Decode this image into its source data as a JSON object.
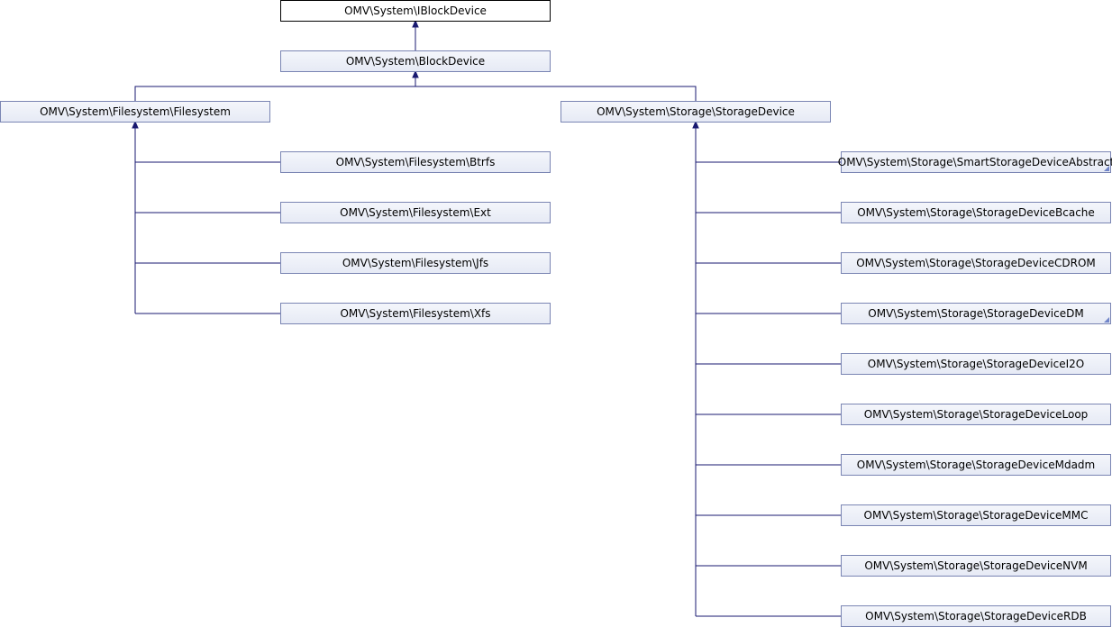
{
  "nodes": {
    "iblockdevice": "OMV\\System\\IBlockDevice",
    "blockdevice": "OMV\\System\\BlockDevice",
    "filesystem": "OMV\\System\\Filesystem\\Filesystem",
    "storagedevice": "OMV\\System\\Storage\\StorageDevice",
    "btrfs": "OMV\\System\\Filesystem\\Btrfs",
    "ext": "OMV\\System\\Filesystem\\Ext",
    "jfs": "OMV\\System\\Filesystem\\Jfs",
    "xfs": "OMV\\System\\Filesystem\\Xfs",
    "smartabstract": "OMV\\System\\Storage\\SmartStorageDeviceAbstract",
    "bcache": "OMV\\System\\Storage\\StorageDeviceBcache",
    "cdrom": "OMV\\System\\Storage\\StorageDeviceCDROM",
    "dm": "OMV\\System\\Storage\\StorageDeviceDM",
    "i2o": "OMV\\System\\Storage\\StorageDeviceI2O",
    "loop": "OMV\\System\\Storage\\StorageDeviceLoop",
    "mdadm": "OMV\\System\\Storage\\StorageDeviceMdadm",
    "mmc": "OMV\\System\\Storage\\StorageDeviceMMC",
    "nvm": "OMV\\System\\Storage\\StorageDeviceNVM",
    "rdb": "OMV\\System\\Storage\\StorageDeviceRDB"
  },
  "edges": [
    {
      "from": "blockdevice",
      "to": "iblockdevice"
    },
    {
      "from": "filesystem",
      "to": "blockdevice"
    },
    {
      "from": "storagedevice",
      "to": "blockdevice"
    },
    {
      "from": "btrfs",
      "to": "filesystem"
    },
    {
      "from": "ext",
      "to": "filesystem"
    },
    {
      "from": "jfs",
      "to": "filesystem"
    },
    {
      "from": "xfs",
      "to": "filesystem"
    },
    {
      "from": "smartabstract",
      "to": "storagedevice"
    },
    {
      "from": "bcache",
      "to": "storagedevice"
    },
    {
      "from": "cdrom",
      "to": "storagedevice"
    },
    {
      "from": "dm",
      "to": "storagedevice"
    },
    {
      "from": "i2o",
      "to": "storagedevice"
    },
    {
      "from": "loop",
      "to": "storagedevice"
    },
    {
      "from": "mdadm",
      "to": "storagedevice"
    },
    {
      "from": "mmc",
      "to": "storagedevice"
    },
    {
      "from": "nvm",
      "to": "storagedevice"
    },
    {
      "from": "rdb",
      "to": "storagedevice"
    }
  ],
  "colors": {
    "edge": "#191970",
    "node_border": "#7a85b3",
    "node_fill": "#e6eaf5"
  }
}
